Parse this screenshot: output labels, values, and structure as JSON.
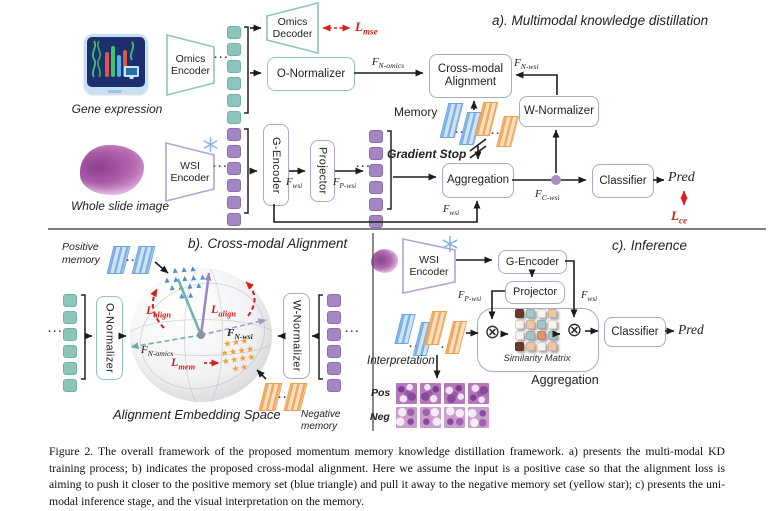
{
  "figure": {
    "caption": "Figure 2. The overall framework of the proposed momentum memory knowledge distillation framework. a) presents the multi-modal KD training process; b) indicates the proposed cross-modal alignment. Here we assume the input is a positive case so that the alignment loss is aiming to push it closer to the positive memory set (blue triangle) and pull it away to the negative memory set (yellow star); c) presents the uni-modal inference stage, and the visual interpretation on the memory."
  },
  "icons": {
    "ellipsis": "···",
    "otimes": "⊗"
  },
  "colors": {
    "omics_teal": "#8cc6ba",
    "wsi_purple": "#a486c4",
    "memory_blue": "#6ea6dc",
    "memory_orange": "#eda054",
    "loss_red": "#d81f1a",
    "feature_dot_purple": "#a98fc5"
  },
  "panel_a": {
    "title": "a). Multimodal knowledge distillation",
    "gene_expression_label": "Gene expression",
    "whole_slide_label": "Whole slide image",
    "omics_encoder_label": "Omics Encoder",
    "omics_decoder_label": "Omics Decoder",
    "o_normalizer_label": "O-Normalizer",
    "cross_modal_alignment_label": "Cross-modal Alignment",
    "w_normalizer_label": "W-Normalizer",
    "wsi_encoder_label": "WSI Encoder",
    "g_encoder_label": "G-Encoder",
    "projector_label": "Projector",
    "memory_label": "Memory",
    "gradient_stop_label": "Gradient Stop",
    "aggregation_label": "Aggregation",
    "classifier_label": "Classifier",
    "pred_label": "Pred",
    "loss_mse": {
      "base": "L",
      "sub": "mse"
    },
    "loss_ce": {
      "base": "L",
      "sub": "ce"
    },
    "f_n_omics": {
      "base": "F",
      "sub": "N-omics"
    },
    "f_n_wsi": {
      "base": "F",
      "sub": "N-wsi"
    },
    "f_wsi": {
      "base": "F",
      "sub": "wsi"
    },
    "f_p_wsi": {
      "base": "F",
      "sub": "P-wsi"
    },
    "f_wsi_skip": {
      "base": "F",
      "sub": "wsi"
    },
    "f_c_wsi": {
      "base": "F",
      "sub": "C-wsi"
    }
  },
  "panel_b": {
    "title": "b). Cross-modal Alignment",
    "positive_memory_label": "Positive memory",
    "negative_memory_label": "Negative memory",
    "o_normalizer_label": "O-Normalizer",
    "w_normalizer_label": "W-Normalizer",
    "space_label": "Alignment Embedding Space",
    "loss_align": {
      "base": "L",
      "sub": "align"
    },
    "loss_mem": {
      "base": "L",
      "sub": "mem"
    },
    "f_n_omics": {
      "base": "F",
      "sub": "N-omics"
    },
    "f_n_wsi": {
      "base": "F",
      "sub": "N-wsi"
    },
    "positive_cluster_glyphs": "▲▲▲\n▲▲▲▲▲\n▲▲▲▲\n▲▲",
    "negative_cluster_glyphs": "★★★\n★★★★\n★★★★\n★★"
  },
  "panel_c": {
    "title": "c). Inference",
    "wsi_encoder_label": "WSI Encoder",
    "g_encoder_label": "G-Encoder",
    "projector_label": "Projector",
    "classifier_label": "Classifier",
    "aggregation_label": "Aggregation",
    "similarity_matrix_label": "Similarity Matrix",
    "interpretation_label": "Interpretation",
    "pos_label": "Pos",
    "neg_label": "Neg",
    "pred_label": "Pred",
    "f_p_wsi": {
      "base": "F",
      "sub": "P-wsi"
    },
    "f_wsi": {
      "base": "F",
      "sub": "wsi"
    },
    "similarity_matrix_cells": [
      [
        "dark",
        "teal",
        "white",
        "peach"
      ],
      [
        "white",
        "peach",
        "teal",
        "white"
      ],
      [
        "white",
        "teal",
        "orange",
        "teal"
      ],
      [
        "dark",
        "peach",
        "white",
        "peach"
      ]
    ],
    "matrix_palette": {
      "dark": "#6e3a28",
      "teal": "#a9c4c4",
      "white": "#f7f2ec",
      "peach": "#edc6a6",
      "orange": "#e1946a"
    }
  }
}
